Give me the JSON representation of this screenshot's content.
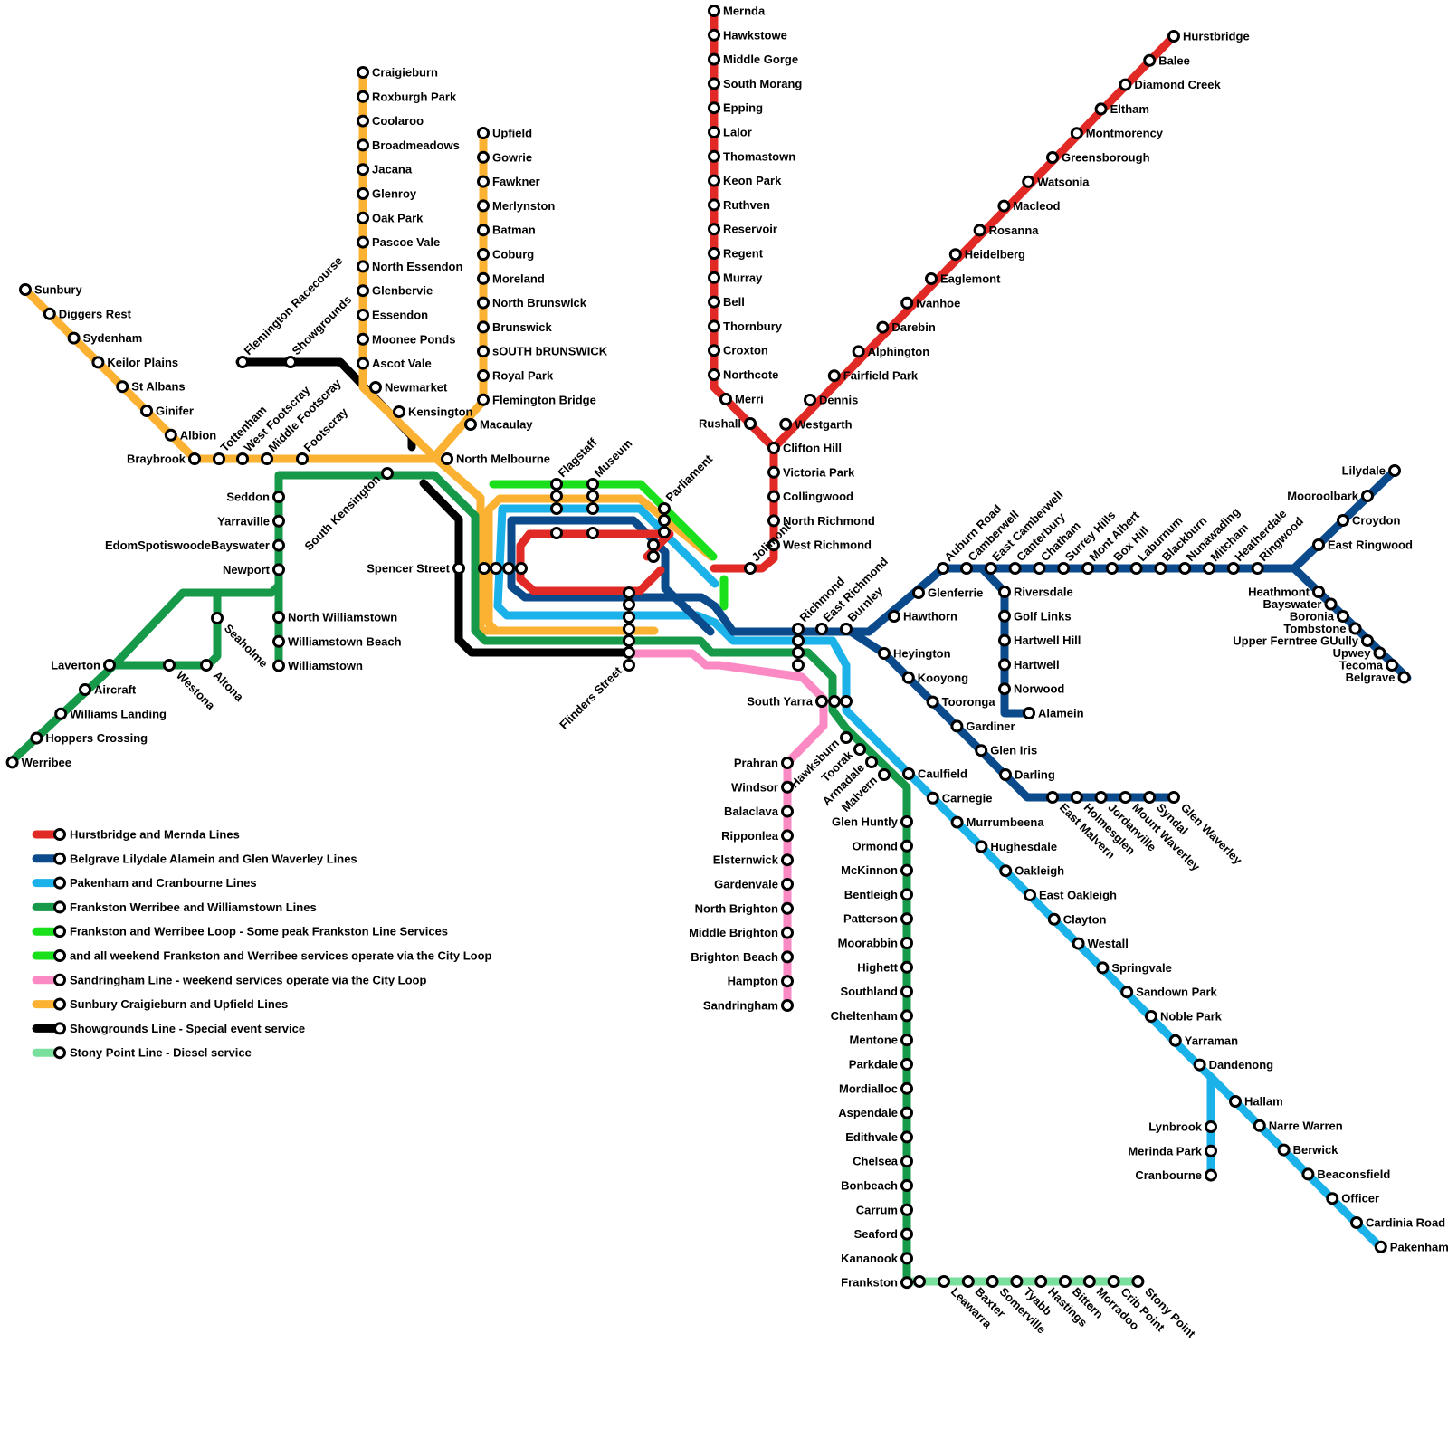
{
  "colors": {
    "hurstbridge_mernda": "#e12a26",
    "belgrave_lilydale": "#0b4b8c",
    "pakenham_cranbourne": "#1ab2e8",
    "frankston_werribee": "#17994a",
    "loop": "#19e01a",
    "sandringham": "#fb89c3",
    "craigieburn": "#fbb232",
    "showgrounds": "#000000",
    "stony_point": "#78df9c"
  },
  "legend": [
    {
      "label": "Hurstbridge and Mernda Lines",
      "color_key": "hurstbridge_mernda"
    },
    {
      "label": "Belgrave Lilydale Alamein and Glen Waverley Lines",
      "color_key": "belgrave_lilydale"
    },
    {
      "label": "Pakenham and Cranbourne Lines",
      "color_key": "pakenham_cranbourne"
    },
    {
      "label": "Frankston Werribee and Williamstown Lines",
      "color_key": "frankston_werribee"
    },
    {
      "label": "Frankston and Werribee Loop - Some peak Frankston Line Services",
      "color_key": "loop"
    },
    {
      "label": "and all weekend Frankston and Werribee services operate via the City Loop",
      "color_key": "loop"
    },
    {
      "label": "Sandringham Line - weekend services operate via the City Loop",
      "color_key": "sandringham"
    },
    {
      "label": "Sunbury Craigieburn and Upfield Lines",
      "color_key": "craigieburn"
    },
    {
      "label": "Showgrounds Line - Special event service",
      "color_key": "showgrounds"
    },
    {
      "label": "Stony Point Line - Diesel service",
      "color_key": "stony_point"
    }
  ],
  "lines": {
    "mernda": [
      "Mernda",
      "Hawkstowe",
      "Middle Gorge",
      "South Morang",
      "Epping",
      "Lalor",
      "Thomastown",
      "Keon Park",
      "Ruthven",
      "Reservoir",
      "Regent",
      "Murray",
      "Bell",
      "Thornbury",
      "Croxton",
      "Northcote",
      "Merri",
      "Rushall"
    ],
    "hurstbridge": [
      "Hurstbridge",
      "Balee",
      "Diamond Creek",
      "Eltham",
      "Montmorency",
      "Greensborough",
      "Watsonia",
      "Macleod",
      "Rosanna",
      "Heidelberg",
      "Eaglemont",
      "Ivanhoe",
      "Darebin",
      "Alphington",
      "Fairfield Park",
      "Dennis",
      "Westgarth"
    ],
    "clifton_hill_group": [
      "Clifton Hill",
      "Victoria Park",
      "Collingwood",
      "North Richmond",
      "West Richmond",
      "Jolimont"
    ],
    "craigieburn": [
      "Craigieburn",
      "Roxburgh Park",
      "Coolaroo",
      "Broadmeadows",
      "Jacana",
      "Glenroy",
      "Oak Park",
      "Pascoe Vale",
      "North Essendon",
      "Glenbervie",
      "Essendon",
      "Moonee Ponds",
      "Ascot Vale",
      "Newmarket",
      "Kensington"
    ],
    "upfield": [
      "Upfield",
      "Gowrie",
      "Fawkner",
      "Merlynston",
      "Batman",
      "Coburg",
      "Moreland",
      "North Brunswick",
      "Brunswick",
      "sOUTH bRUNSWICK",
      "Royal Park",
      "Flemington Bridge",
      "Macaulay"
    ],
    "sunbury": [
      "Sunbury",
      "Diggers Rest",
      "Sydenham",
      "Keilor Plains",
      "St Albans",
      "Ginifer",
      "Albion",
      "Braybrook",
      "Tottenham",
      "West Footscray",
      "Middle Footscray",
      "Footscray"
    ],
    "showgrounds": [
      "Flemington Racecourse",
      "Showgrounds"
    ],
    "werribee": [
      "Seddon",
      "Yarraville",
      "EdomSpotiswoodeBayswater",
      "Newport",
      "North Williamstown",
      "Williamstown Beach",
      "Williamstown",
      "Seaholme",
      "Altona",
      "Westona",
      "Laverton",
      "Aircraft",
      "Williams Landing",
      "Hoppers Crossing",
      "Werribee"
    ],
    "city": [
      "South Kensington",
      "North Melbourne",
      "Spencer Street",
      "Flagstaff",
      "Museum",
      "Parliament",
      "Flinders Street",
      "Richmond",
      "East Richmond",
      "Burnley",
      "South Yarra"
    ],
    "lilydale": [
      "Hawthorn",
      "Glenferrie",
      "Auburn Road",
      "Camberwell",
      "East Camberwell",
      "Canterbury",
      "Chatham",
      "Surrey Hills",
      "Mont Albert",
      "Box Hill",
      "Laburnum",
      "Blackburn",
      "Nunawading",
      "Mitcham",
      "Heatherdale",
      "Ringwood",
      "East Ringwood",
      "Croydon",
      "Mooroolbark",
      "Lilydale"
    ],
    "belgrave": [
      "Heathmont",
      "Bayswater",
      "Boronia",
      "Tombstone",
      "Upper Ferntree GUully",
      "Upwey",
      "Tecoma",
      "Belgrave"
    ],
    "alamein": [
      "Riversdale",
      "Golf Links",
      "Hartwell Hill",
      "Hartwell",
      "Norwood",
      "Alamein"
    ],
    "glen_waverley": [
      "Heyington",
      "Kooyong",
      "Tooronga",
      "Gardiner",
      "Glen Iris",
      "Darling",
      "East Malvern",
      "Holmesglen",
      "Jordanville",
      "Mount Waverley",
      "Syndal",
      "Glen Waverley"
    ],
    "pakenham": [
      "Caulfield",
      "Carnegie",
      "Murrumbeena",
      "Hughesdale",
      "Oakleigh",
      "East Oakleigh",
      "Clayton",
      "Westall",
      "Springvale",
      "Sandown Park",
      "Noble Park",
      "Yarraman",
      "Dandenong",
      "Hallam",
      "Narre Warren",
      "Berwick",
      "Beaconsfield",
      "Officer",
      "Cardinia Road",
      "Pakenham"
    ],
    "cranbourne": [
      "Lynbrook",
      "Merinda Park",
      "Cranbourne"
    ],
    "sandringham": [
      "Prahran",
      "Windsor",
      "Balaclava",
      "Ripponlea",
      "Elsternwick",
      "Gardenvale",
      "North Brighton",
      "Middle Brighton",
      "Brighton Beach",
      "Hampton",
      "Sandringham"
    ],
    "frankston": [
      "Hawksburn",
      "Toorak",
      "Armadale",
      "Malvern",
      "Glen Huntly",
      "Ormond",
      "McKinnon",
      "Bentleigh",
      "Patterson",
      "Moorabbin",
      "Highett",
      "Southland",
      "Cheltenham",
      "Mentone",
      "Parkdale",
      "Mordialloc",
      "Aspendale",
      "Edithvale",
      "Chelsea",
      "Bonbeach",
      "Carrum",
      "Seaford",
      "Kananook",
      "Frankston"
    ],
    "stony_point": [
      "Leawarra",
      "Baxter",
      "Somerville",
      "Tyabb",
      "Hastings",
      "Bittern",
      "Morradoo",
      "Crib Point",
      "Stony Point"
    ]
  }
}
